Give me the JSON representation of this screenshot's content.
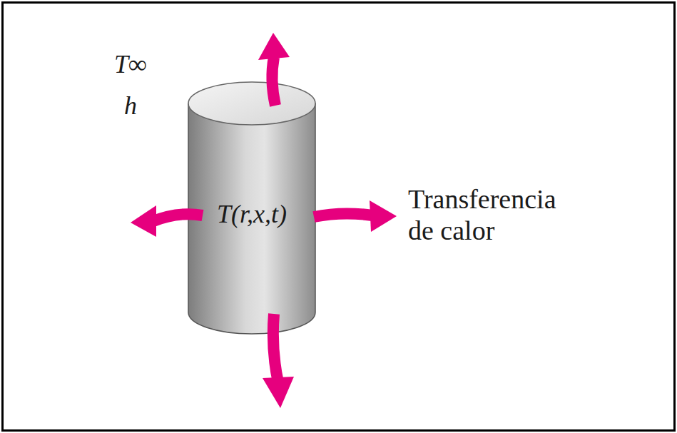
{
  "diagram": {
    "nodes": [
      {
        "text": [
          "T(r,x,t)"
        ]
      }
    ],
    "labels": [
      "T∞",
      "h",
      "Transferencia de calor"
    ]
  }
}
